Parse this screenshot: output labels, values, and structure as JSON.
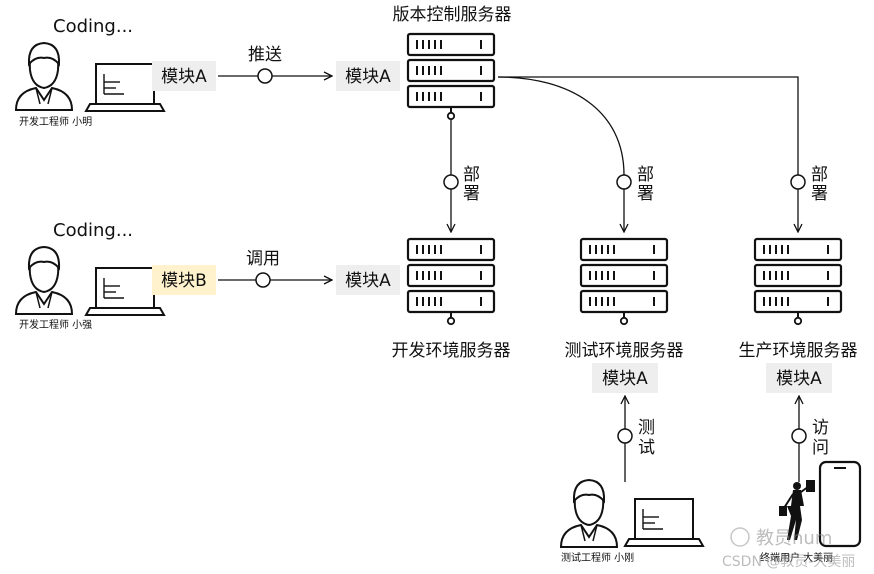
{
  "texts": {
    "coding_1": "Coding...",
    "coding_2": "Coding...",
    "dev1_name": "开发工程师 小明",
    "dev2_name": "开发工程师 小强",
    "tester_name": "测试工程师 小刚",
    "enduser_name": "终端用户 大美丽",
    "vcs_server": "版本控制服务器",
    "dev_server": "开发环境服务器",
    "test_server": "测试环境服务器",
    "prod_server": "生产环境服务器",
    "push": "推送",
    "call": "调用",
    "deploy_dev_1": "部",
    "deploy_dev_2": "署",
    "deploy_test_1": "部",
    "deploy_test_2": "署",
    "deploy_prod_1": "部",
    "deploy_prod_2": "署",
    "test_1": "测",
    "test_2": "试",
    "visit_1": "访",
    "visit_2": "问",
    "module_dev1": "模块A",
    "module_vcs": "模块A",
    "module_dev2": "模块B",
    "module_devsrv": "模块A",
    "module_test": "模块A",
    "module_prod": "模块A",
    "watermark_1": "教员num",
    "watermark_2": "CSDN @教员-大美丽"
  },
  "colors": {
    "module_bg": "#eeeeee",
    "module_highlight_bg": "#fff2cc",
    "stroke": "#111111"
  }
}
